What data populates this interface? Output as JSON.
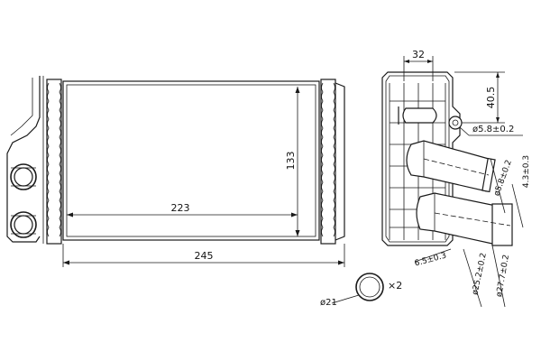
{
  "front_view": {
    "dim_core_width": "223",
    "dim_core_height": "133",
    "dim_overall_width": "245"
  },
  "side_view": {
    "dim_top_width": "32",
    "dim_hole_offset": "40.5",
    "dim_hole_diameter": "ø5.8±0.2",
    "dim_pipe_outer_1": "ø5.8±0.2",
    "dim_pipe_offset_right": "4.3±0.3",
    "dim_pipe_gap": "6.5±0.3",
    "dim_pipe_diam_a": "ø25.2±0.2",
    "dim_pipe_diam_b": "ø27.7±0.2"
  },
  "seal_detail": {
    "diameter": "ø21",
    "quantity": "×2"
  }
}
